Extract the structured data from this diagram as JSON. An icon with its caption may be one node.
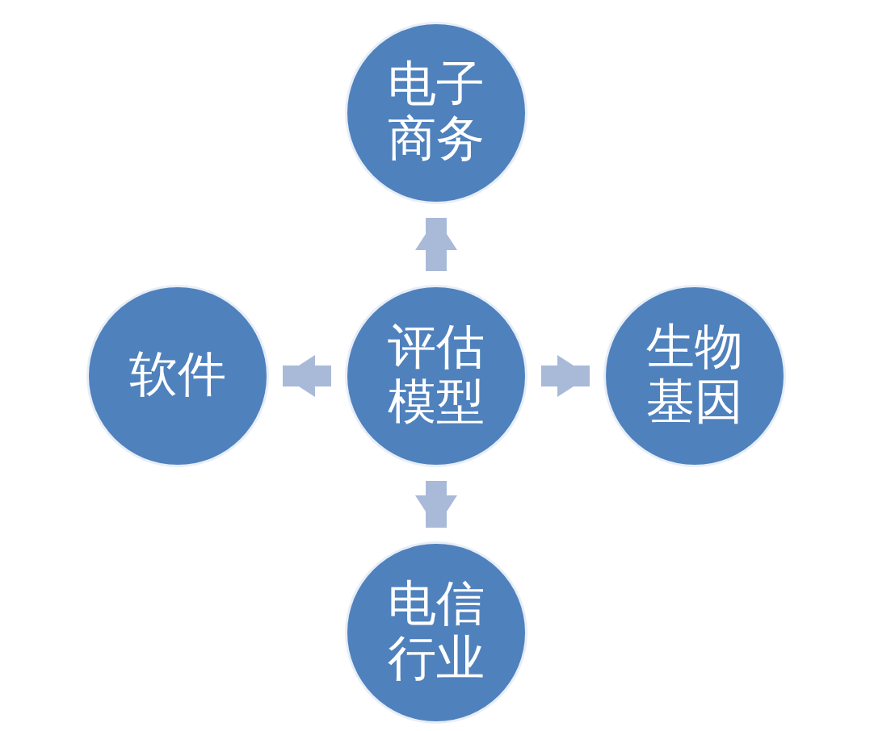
{
  "diagram": {
    "nodes": [
      {
        "text": [
          "评估模型"
        ]
      },
      {
        "text": [
          "电子商务"
        ]
      },
      {
        "text": [
          "生物基因"
        ]
      },
      {
        "text": [
          "电信行业"
        ]
      },
      {
        "text": [
          "软件"
        ]
      }
    ],
    "edges": [
      {
        "from": 0,
        "to": 1,
        "arrow": "to"
      },
      {
        "from": 0,
        "to": 2,
        "arrow": "to"
      },
      {
        "from": 0,
        "to": 3,
        "arrow": "to"
      },
      {
        "from": 0,
        "to": 4,
        "arrow": "to"
      }
    ]
  }
}
